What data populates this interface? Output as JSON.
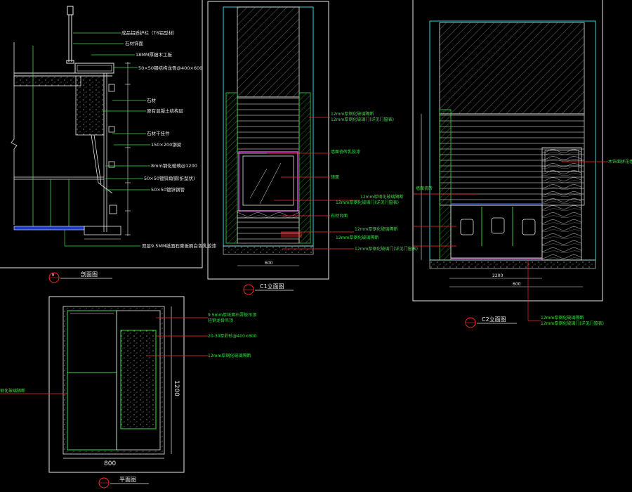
{
  "views": {
    "section": {
      "title": "剖面图",
      "number": "B",
      "callouts": [
        "成品铝质护栏（T6铝型材）",
        "石材饰面",
        "18MM厚细木工板",
        "50×50钢结构龙骨@400×600",
        "石材",
        "原有混凝土结构层",
        "石材干挂件",
        "150×200钢梁",
        "8mm钢化玻璃@1200",
        "50×50镀锌角钢(折型状)",
        "50×50镀锌钢管",
        "双层9.5MM纸面石膏板刷白色乳胶漆"
      ]
    },
    "c1": {
      "title": "C1立面图",
      "callouts": [
        "12mm厚钢化玻璃隔断",
        "12mm厚钢化玻璃门(详见门窗表)",
        "墙面瓷砖乳胶漆",
        "镜面",
        "12mm厚钢化玻璃隔断",
        "12mm厚钢化玻璃门(详见门窗表)",
        "石材台面",
        "12mm厚钢化玻璃隔断",
        "12mm厚钢化玻璃隔断",
        "12mm厚钢化玻璃门(详见门窗表)"
      ],
      "dims": [
        "600"
      ]
    },
    "c2": {
      "title": "C2立面图",
      "callouts": [
        "墙面瓷砖",
        "木饰面拼花墙面",
        "12mm厚钢化玻璃隔断",
        "12mm厚钢化玻璃门(详见门窗表)"
      ],
      "dims": [
        "2200",
        "600"
      ]
    },
    "plan": {
      "title": "平面图",
      "callouts": [
        "9.5mm厚纸面石膏板吊顶",
        "轻钢龙骨吊顶",
        "20-30厚彩砂@400×600",
        "12mm厚钢化玻璃隔断",
        "钢化玻璃隔断"
      ],
      "dims": [
        "800",
        "1200"
      ]
    }
  },
  "colors": {
    "background": "#000000",
    "frame": "#e8e8e8",
    "green": "#33e040",
    "cyan": "#2ed8d8",
    "magenta": "#e040e0",
    "red": "#ff2a2a",
    "blue": "#3a5cff"
  }
}
